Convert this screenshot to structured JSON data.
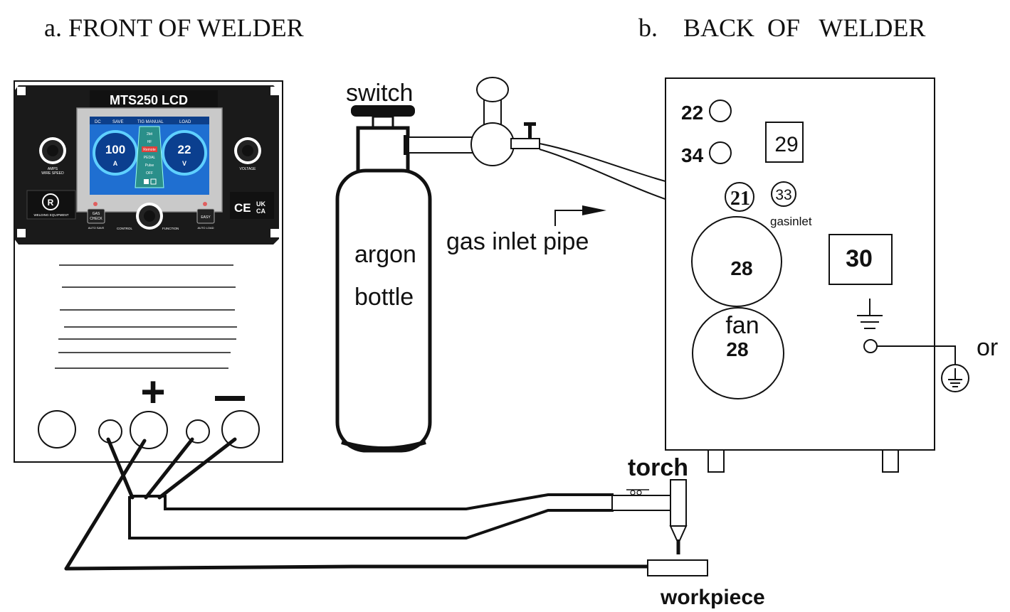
{
  "titles": {
    "front": "a.  FRONT OF WELDER",
    "back": "b.    BACK  OF   WELDER"
  },
  "front_panel": {
    "model": "MTS250 LCD",
    "screen_left_value": "100",
    "screen_left_unit": "A",
    "screen_right_value": "22",
    "screen_right_unit": "V",
    "screen_top_labels": [
      "DC",
      "SAVE",
      "TIG MANUAL",
      "LOAD"
    ],
    "screen_menu": [
      "2bit",
      "HF",
      "Remote",
      "PEDAL",
      "Pulse",
      "OFF"
    ],
    "left_knob_label": "AMPS\nWIRE SPEED",
    "right_knob_label": "VOLTAGE",
    "gas_check_label": "GAS\nCHECK",
    "gas_check_sub": "AUTO SAVE",
    "easy_label": "EASY",
    "easy_sub": "AUTO LOAD",
    "control_label": "CONTROL",
    "function_label": "FUNCTION",
    "logo_text": "WELDING EQUIPMENT",
    "marks": "CE UK CA",
    "plus": "+",
    "minus": "—"
  },
  "labels": {
    "switch": "switch",
    "argon_line1": "argon",
    "argon_line2": "bottle",
    "gas_inlet_pipe": "gas inlet pipe",
    "torch": "torch",
    "workpiece": "workpiece",
    "gasinlet": "gasinlet",
    "fan": "fan",
    "or": "or"
  },
  "back_panel": {
    "n22": "22",
    "n34": "34",
    "n29": "29",
    "n21": "21",
    "n33": "33",
    "n28_top": "28",
    "n28_bottom": "28",
    "n30": "30"
  },
  "colors": {
    "panel": "#1a1a1a",
    "screen_bg": "#1f6fd1",
    "screen_ring": "#5fd0ff",
    "screen_menu": "#2a8f8a",
    "highlight": "#e0413b"
  }
}
